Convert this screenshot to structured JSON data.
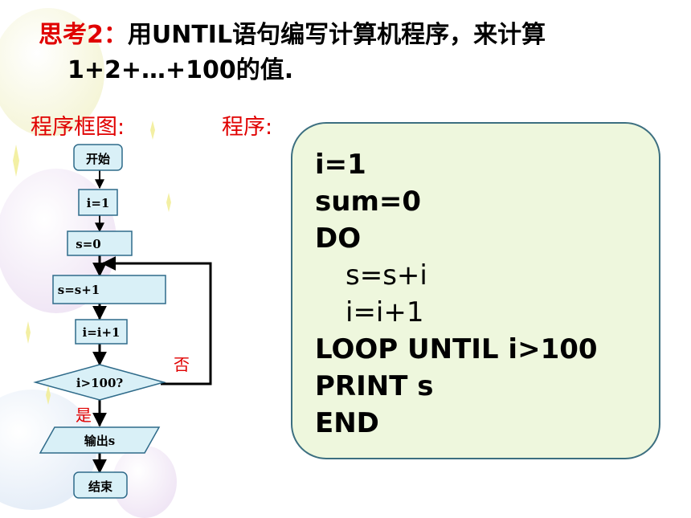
{
  "title": {
    "lead": "思考2：",
    "text1": "用UNTIL语句编写计算机程序，来计算",
    "text2": "1+2+…+100的值."
  },
  "labels": {
    "flowchart": "程序框图:",
    "program": "程序:"
  },
  "flowchart": {
    "start": "开始",
    "init_i": "i=1",
    "init_s": "s=0",
    "accumulate": "s=s+1",
    "increment": "i=i+1",
    "condition": "i>100?",
    "no": "否",
    "yes": "是",
    "output": "输出s",
    "end": "结束"
  },
  "program": {
    "lines": [
      "i=1",
      "sum=0",
      "DO",
      "s=s+i",
      "i=i+1",
      "LOOP UNTIL i>100",
      "PRINT s",
      "END"
    ]
  },
  "colors": {
    "accent_red": "#e00000",
    "box_fill": "#d9f0f7",
    "box_stroke": "#2f6b8a",
    "panel_fill": "#eef7dd",
    "panel_stroke": "#3c6f80"
  }
}
